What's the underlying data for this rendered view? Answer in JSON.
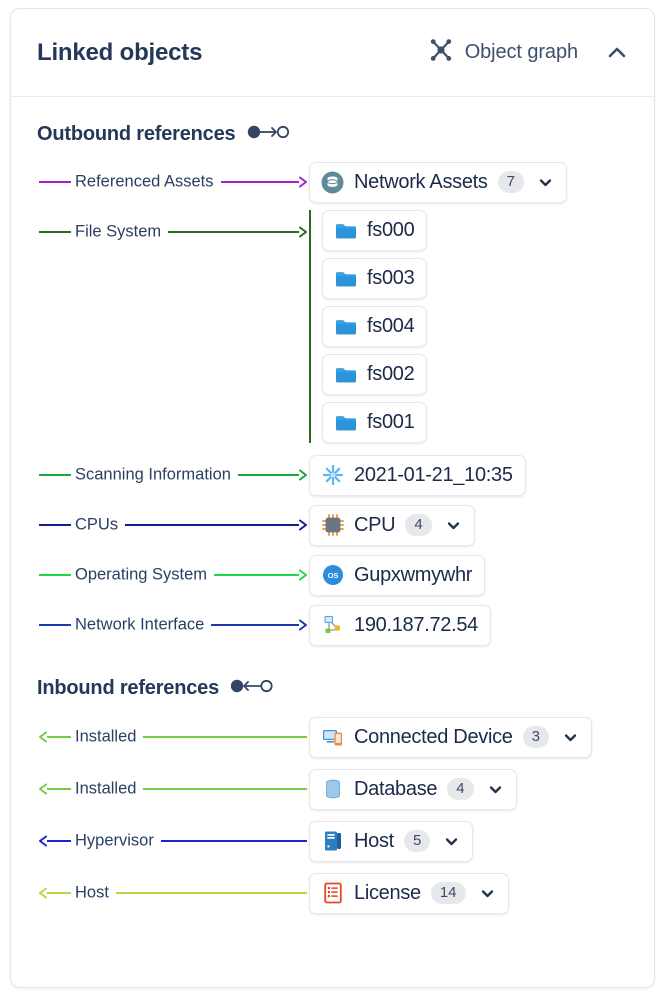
{
  "header": {
    "title": "Linked objects",
    "graph_link_label": "Object graph",
    "graph_icon": "object-graph-icon",
    "collapse_icon": "chevron-up-icon"
  },
  "outbound": {
    "title": "Outbound references",
    "direction_icon": "outbound-arrow-icon",
    "rows": [
      {
        "label": "Referenced Assets",
        "line_color": "#a21fd6",
        "arrow": "right",
        "chip": {
          "label": "Network Assets",
          "count": "7",
          "icon": "database-circle-icon",
          "caret": true
        }
      },
      {
        "label": "File System",
        "line_color": "#2e6b22",
        "arrow": "right",
        "group_color": "#2e6b22",
        "group": [
          {
            "label": "fs000",
            "icon": "folder-icon"
          },
          {
            "label": "fs003",
            "icon": "folder-icon"
          },
          {
            "label": "fs004",
            "icon": "folder-icon"
          },
          {
            "label": "fs002",
            "icon": "folder-icon"
          },
          {
            "label": "fs001",
            "icon": "folder-icon"
          }
        ]
      },
      {
        "label": "Scanning Information",
        "line_color": "#1aa83a",
        "arrow": "right",
        "chip": {
          "label": "2021-01-21_10:35",
          "count": null,
          "icon": "scan-star-icon",
          "caret": false
        }
      },
      {
        "label": "CPUs",
        "line_color": "#1b1b8f",
        "arrow": "right",
        "chip": {
          "label": "CPU",
          "count": "4",
          "icon": "cpu-chip-icon",
          "caret": true
        }
      },
      {
        "label": "Operating System",
        "line_color": "#22d945",
        "arrow": "right",
        "chip": {
          "label": "Gupxwmywhr",
          "count": null,
          "icon": "os-circle-icon",
          "caret": false
        }
      },
      {
        "label": "Network Interface",
        "line_color": "#1b3aad",
        "arrow": "right",
        "chip": {
          "label": "190.187.72.54",
          "count": null,
          "icon": "network-interface-icon",
          "caret": false
        }
      }
    ]
  },
  "inbound": {
    "title": "Inbound references",
    "direction_icon": "inbound-arrow-icon",
    "rows": [
      {
        "label": "Installed",
        "line_color": "#77cc44",
        "arrow": "left",
        "chip": {
          "label": "Connected Device",
          "count": "3",
          "icon": "connected-device-icon",
          "caret": true
        }
      },
      {
        "label": "Installed",
        "line_color": "#77cc44",
        "arrow": "left",
        "chip": {
          "label": "Database",
          "count": "4",
          "icon": "database-stack-icon",
          "caret": true
        }
      },
      {
        "label": "Hypervisor",
        "line_color": "#2222dd",
        "arrow": "left",
        "chip": {
          "label": "Host",
          "count": "5",
          "icon": "host-server-icon",
          "caret": true
        }
      },
      {
        "label": "Host",
        "line_color": "#b6d93f",
        "arrow": "left",
        "chip": {
          "label": "License",
          "count": "14",
          "icon": "license-doc-icon",
          "caret": true
        }
      }
    ]
  },
  "colors": {
    "text_primary": "#253858",
    "text_chip": "#1b2a4b",
    "panel_border": "#e3e6ec",
    "badge_bg": "#e6e8ec"
  }
}
